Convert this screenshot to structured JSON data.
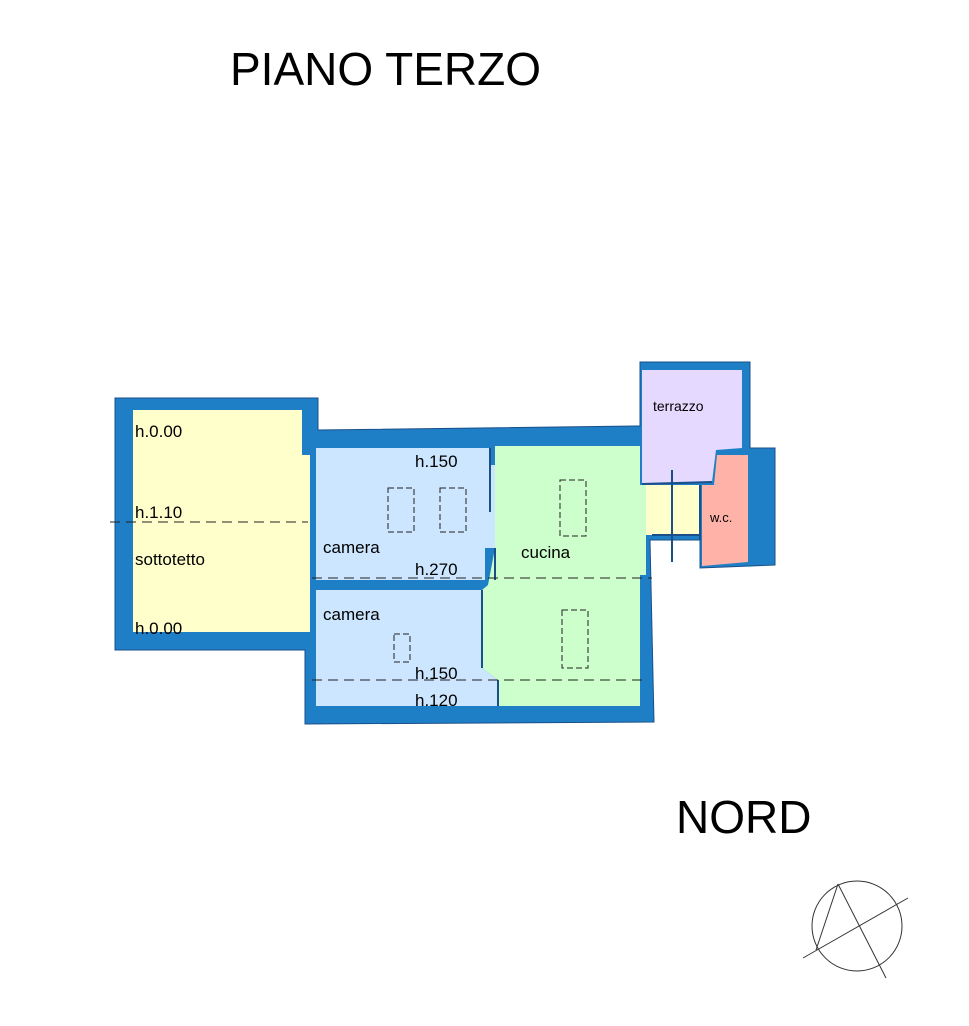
{
  "plan": {
    "title": "PIANO TERZO",
    "north_label": "NORD"
  },
  "rooms": {
    "sottotetto": {
      "label": "sottotetto",
      "color": "#ffffcc"
    },
    "camera_top": {
      "label": "camera",
      "color": "#cce6ff"
    },
    "camera_bottom": {
      "label": "camera",
      "color": "#cce6ff"
    },
    "cucina": {
      "label": "cucina",
      "color": "#ccffcc"
    },
    "terrazzo": {
      "label": "terrazzo",
      "color": "#e6d9ff"
    },
    "wc": {
      "label": "w.c.",
      "color": "#ffb3a8"
    },
    "disimpegno": {
      "color": "#ffffcc"
    }
  },
  "heights": {
    "sottotetto_top": "h.0.00",
    "sottotetto_mid": "h.1.10",
    "sottotetto_bottom": "h.0.00",
    "camera_top": "h.150",
    "ridge": "h.270",
    "camera_bottom_a": "h.150",
    "camera_bottom_b": "h.120"
  },
  "colors": {
    "wall": "#1f7fc6",
    "outline": "#1a4f8a",
    "dash": "#222222"
  }
}
